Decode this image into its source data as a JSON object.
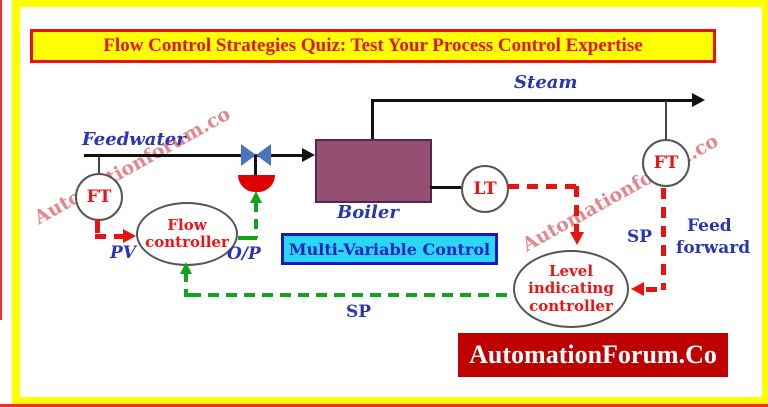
{
  "title": {
    "text": "Flow Control Strategies Quiz: Test Your Process Control Expertise"
  },
  "watermark": {
    "text": "Automationforum.co"
  },
  "labels": {
    "feedwater": "Feedwater",
    "steam": "Steam",
    "boiler": "Boiler",
    "pv": "PV",
    "op": "O/P",
    "sp_loop": "SP",
    "sp_ff": "SP",
    "feed": "Feed",
    "forward": "forward"
  },
  "instruments": {
    "ft_feedwater": "FT",
    "lt_boiler": "LT",
    "ft_steam": "FT",
    "fc_line1": "Flow",
    "fc_line2": "controller",
    "lic_line1": "Level",
    "lic_line2": "indicating",
    "lic_line3": "controller"
  },
  "callout": {
    "multi_variable": "Multi-Variable Control"
  },
  "brand": {
    "text": "AutomationForum.Co"
  },
  "colors": {
    "accent_red": "#e81212",
    "accent_green": "#12a41f",
    "accent_blue": "#2a35b5",
    "valve_blue": "#4a74c4",
    "boiler_fill": "#944f72",
    "cyan_fill": "#2bd7f7",
    "banner_red": "#be0000",
    "frame_yellow": "#ffff00",
    "title_text_red": "#e41313"
  }
}
